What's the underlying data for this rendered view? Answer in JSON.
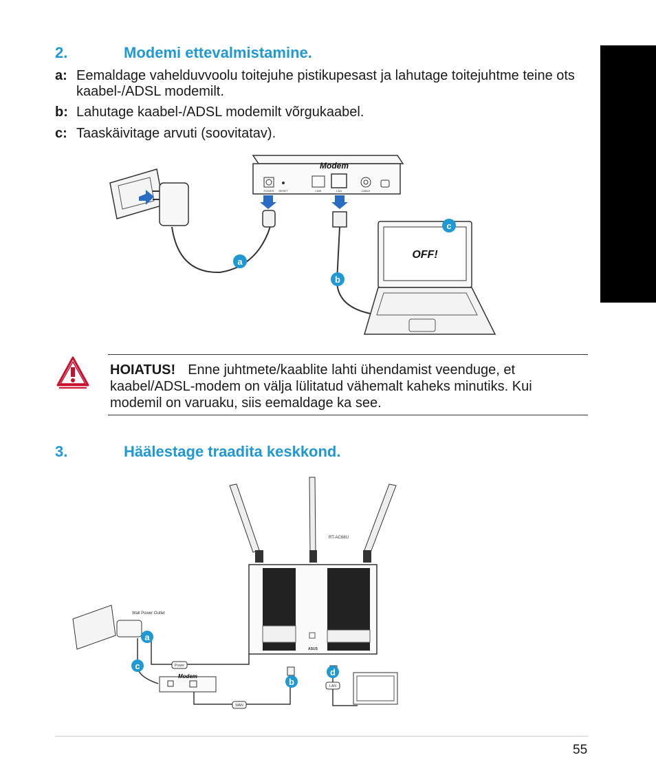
{
  "section2": {
    "number": "2.",
    "title": "Modemi ettevalmistamine."
  },
  "steps": [
    {
      "label": "a:",
      "text": "Eemaldage vahelduvvoolu toitejuhe pistikupesast ja lahutage toitejuhtme teine ots kaabel-/ADSL modemilt."
    },
    {
      "label": "b:",
      "text": "Lahutage kaabel-/ADSL modemilt võrgukaabel."
    },
    {
      "label": "c:",
      "text": "Taaskäivitage arvuti (soovitatav)."
    }
  ],
  "diagram1": {
    "modem_label": "Modem",
    "port_labels": [
      "POWER",
      "RESET",
      "LINE",
      "LAN",
      "CABLE"
    ],
    "laptop_screen": "OFF!",
    "badges": [
      "a",
      "b",
      "c"
    ]
  },
  "warning": {
    "title": "HOIATUS!",
    "text": "Enne juhtmete/kaablite lahti ühendamist veenduge, et kaabel/ADSL-modem on välja lülitatud vähemalt kaheks minutiks. Kui modemil on varuaku, siis eemaldage ka see."
  },
  "section3": {
    "number": "3.",
    "title": "Häälestage traadita keskkond."
  },
  "diagram2": {
    "router_model": "RT-AC68U",
    "router_brand": "ASUS",
    "wall_outlet": "Wall Power Outlet",
    "modem_label": "Modem",
    "power_label": "Power",
    "wan_label": "WAN",
    "lan_label": "LAN",
    "badges": [
      "a",
      "b",
      "c",
      "d"
    ]
  },
  "page_number": "55",
  "colors": {
    "accent": "#1f98d4",
    "warning": "#c8102e",
    "arrow": "#2a6cc4"
  }
}
